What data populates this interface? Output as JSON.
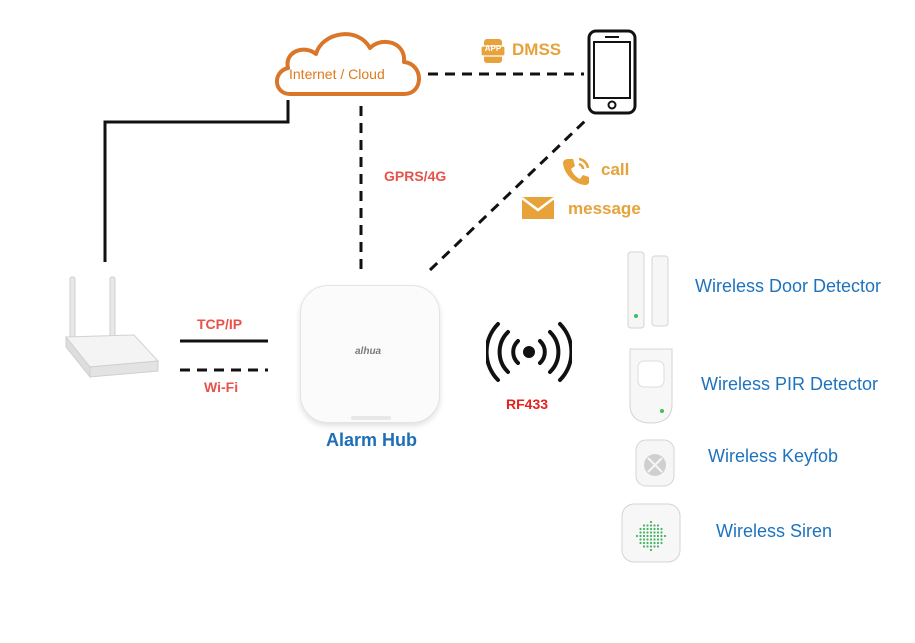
{
  "cloud": {
    "label": "Internet / Cloud"
  },
  "app": {
    "badge": "APP",
    "name": "DMSS"
  },
  "links": {
    "gprs": "GPRS/4G",
    "tcpip": "TCP/IP",
    "wifi": "Wi-Fi",
    "call": "call",
    "message": "message",
    "rf": "RF433"
  },
  "hub": {
    "label": "Alarm Hub",
    "brand": "alhua"
  },
  "devices": [
    {
      "label": "Wireless Door Detector"
    },
    {
      "label": "Wireless PIR Detector"
    },
    {
      "label": "Wireless Keyfob"
    },
    {
      "label": "Wireless Siren"
    }
  ],
  "colors": {
    "accent_red": "#e8524a",
    "accent_orange": "#e7a23a",
    "device_blue": "#1e73be",
    "cloud_orange": "#d9762a"
  }
}
